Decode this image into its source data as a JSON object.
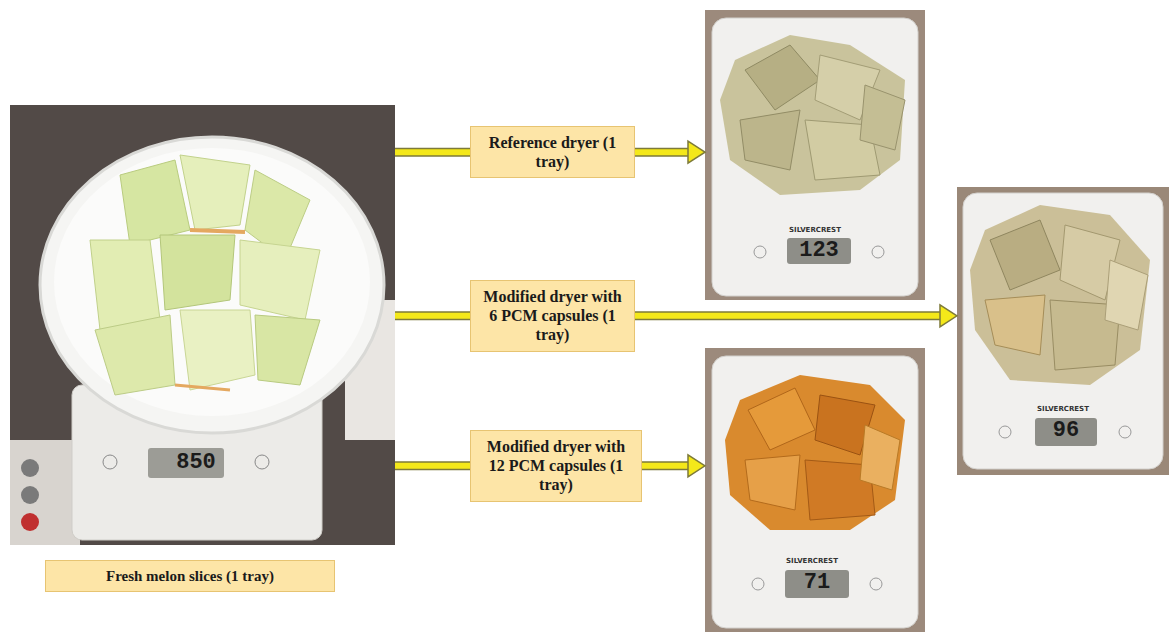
{
  "diagram": {
    "nodes": [
      {
        "text": [
          "850"
        ]
      },
      {
        "text": [
          "Fresh melon slices (1 tray)"
        ]
      },
      {
        "text": [
          "Reference dryer (1 tray)"
        ]
      },
      {
        "text": [
          "Modified dryer with 6 PCM capsules (1 tray)"
        ]
      },
      {
        "text": [
          "Modified dryer with 12 PCM capsules (1 tray)"
        ]
      },
      {
        "text": [
          "SILVERCREST",
          "123"
        ]
      },
      {
        "text": [
          "SILVERCREST",
          "96"
        ]
      },
      {
        "text": [
          "SILVERCREST",
          "71"
        ]
      }
    ],
    "edges": [
      {
        "from": 0,
        "to": 2,
        "arrow": "none"
      },
      {
        "from": 2,
        "to": 5,
        "arrow": "to"
      },
      {
        "from": 0,
        "to": 3,
        "arrow": "none"
      },
      {
        "from": 3,
        "to": 6,
        "arrow": "to"
      },
      {
        "from": 0,
        "to": 4,
        "arrow": "none"
      },
      {
        "from": 4,
        "to": 7,
        "arrow": "to"
      }
    ]
  }
}
